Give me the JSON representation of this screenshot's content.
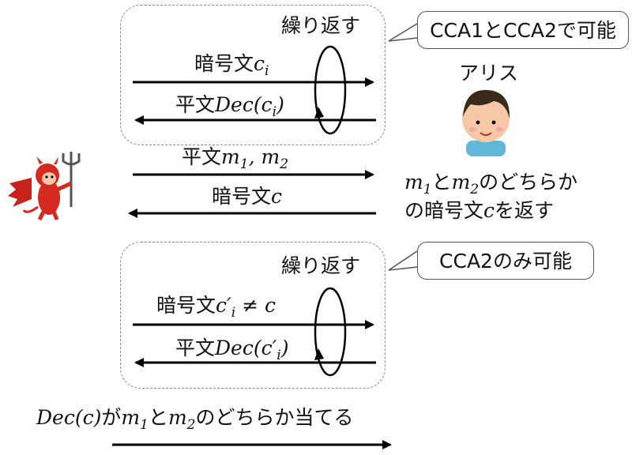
{
  "loop1": {
    "label": "繰り返す",
    "callout": "CCA1とCCA2で可能",
    "query_pre": "暗号文",
    "query_var": "c",
    "query_sub": "i",
    "answer_pre": "平文",
    "answer_math": "Dec(c",
    "answer_sub": "i",
    "answer_end": ")"
  },
  "alice": {
    "label": "アリス"
  },
  "challenge": {
    "send_pre": "平文",
    "send_m1": "m",
    "send_sub1": "1",
    "send_sep": ", ",
    "send_m2": "m",
    "send_sub2": "2",
    "recv_pre": "暗号文",
    "recv_var": "c",
    "desc_line1_m1": "m",
    "desc_line1_sub1": "1",
    "desc_line1_mid": "と",
    "desc_line1_m2": "m",
    "desc_line1_sub2": "2",
    "desc_line1_end": "のどちらか",
    "desc_line2_pre": "の暗号文",
    "desc_line2_var": "c",
    "desc_line2_end": "を返す"
  },
  "loop2": {
    "label": "繰り返す",
    "callout": "CCA2のみ可能",
    "query_pre": "暗号文",
    "query_var": "c′",
    "query_sub": "i",
    "query_neq": " ≠ ",
    "query_c": "c",
    "answer_pre": "平文",
    "answer_math": "Dec(c′",
    "answer_sub": "i",
    "answer_end": ")"
  },
  "final": {
    "dec": "Dec(c)",
    "mid1": "が",
    "m1": "m",
    "sub1": "1",
    "mid2": "と",
    "m2": "m",
    "sub2": "2",
    "end": "のどちらか当てる"
  },
  "colors": {
    "devil": "#d42a1f",
    "skin": "#f7c8a8",
    "hair": "#3a2a1a",
    "shirt": "#5fb8d8"
  },
  "icons": {
    "adversary": "devil-icon",
    "alice": "alice-avatar-icon"
  }
}
